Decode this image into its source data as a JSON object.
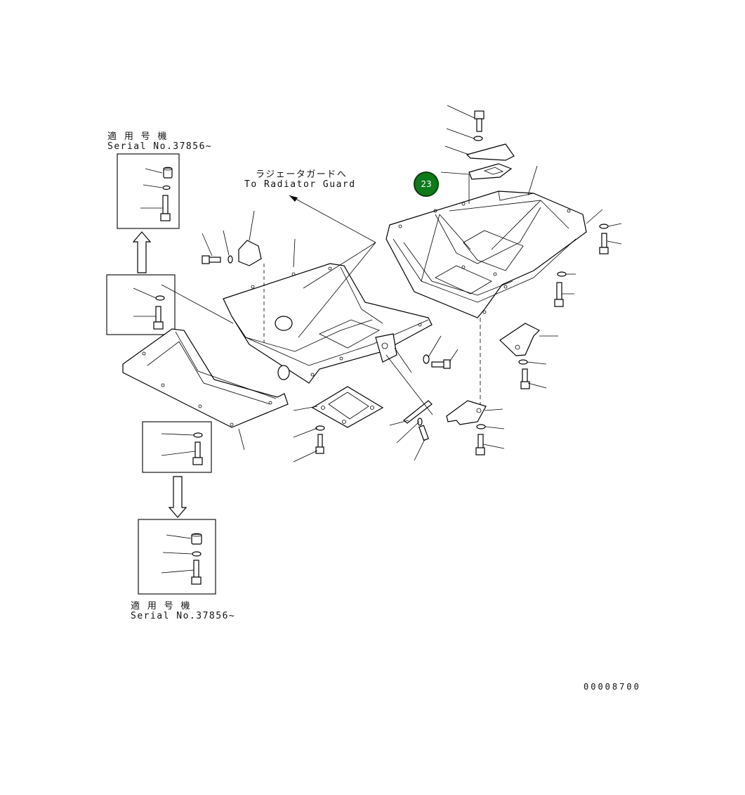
{
  "labels": {
    "applicable_top_jp": "適 用 号 機",
    "serial_top": "Serial No.37856~",
    "applicable_bottom_jp": "適 用 号 機",
    "serial_bottom": "Serial No.37856~",
    "radiator_guard_jp": "ラジェータガードへ",
    "radiator_guard_en": "To Radiator Guard",
    "drawing_number": "00008700"
  },
  "callouts": [
    {
      "number": "23",
      "color": "#0e7a1a"
    }
  ]
}
